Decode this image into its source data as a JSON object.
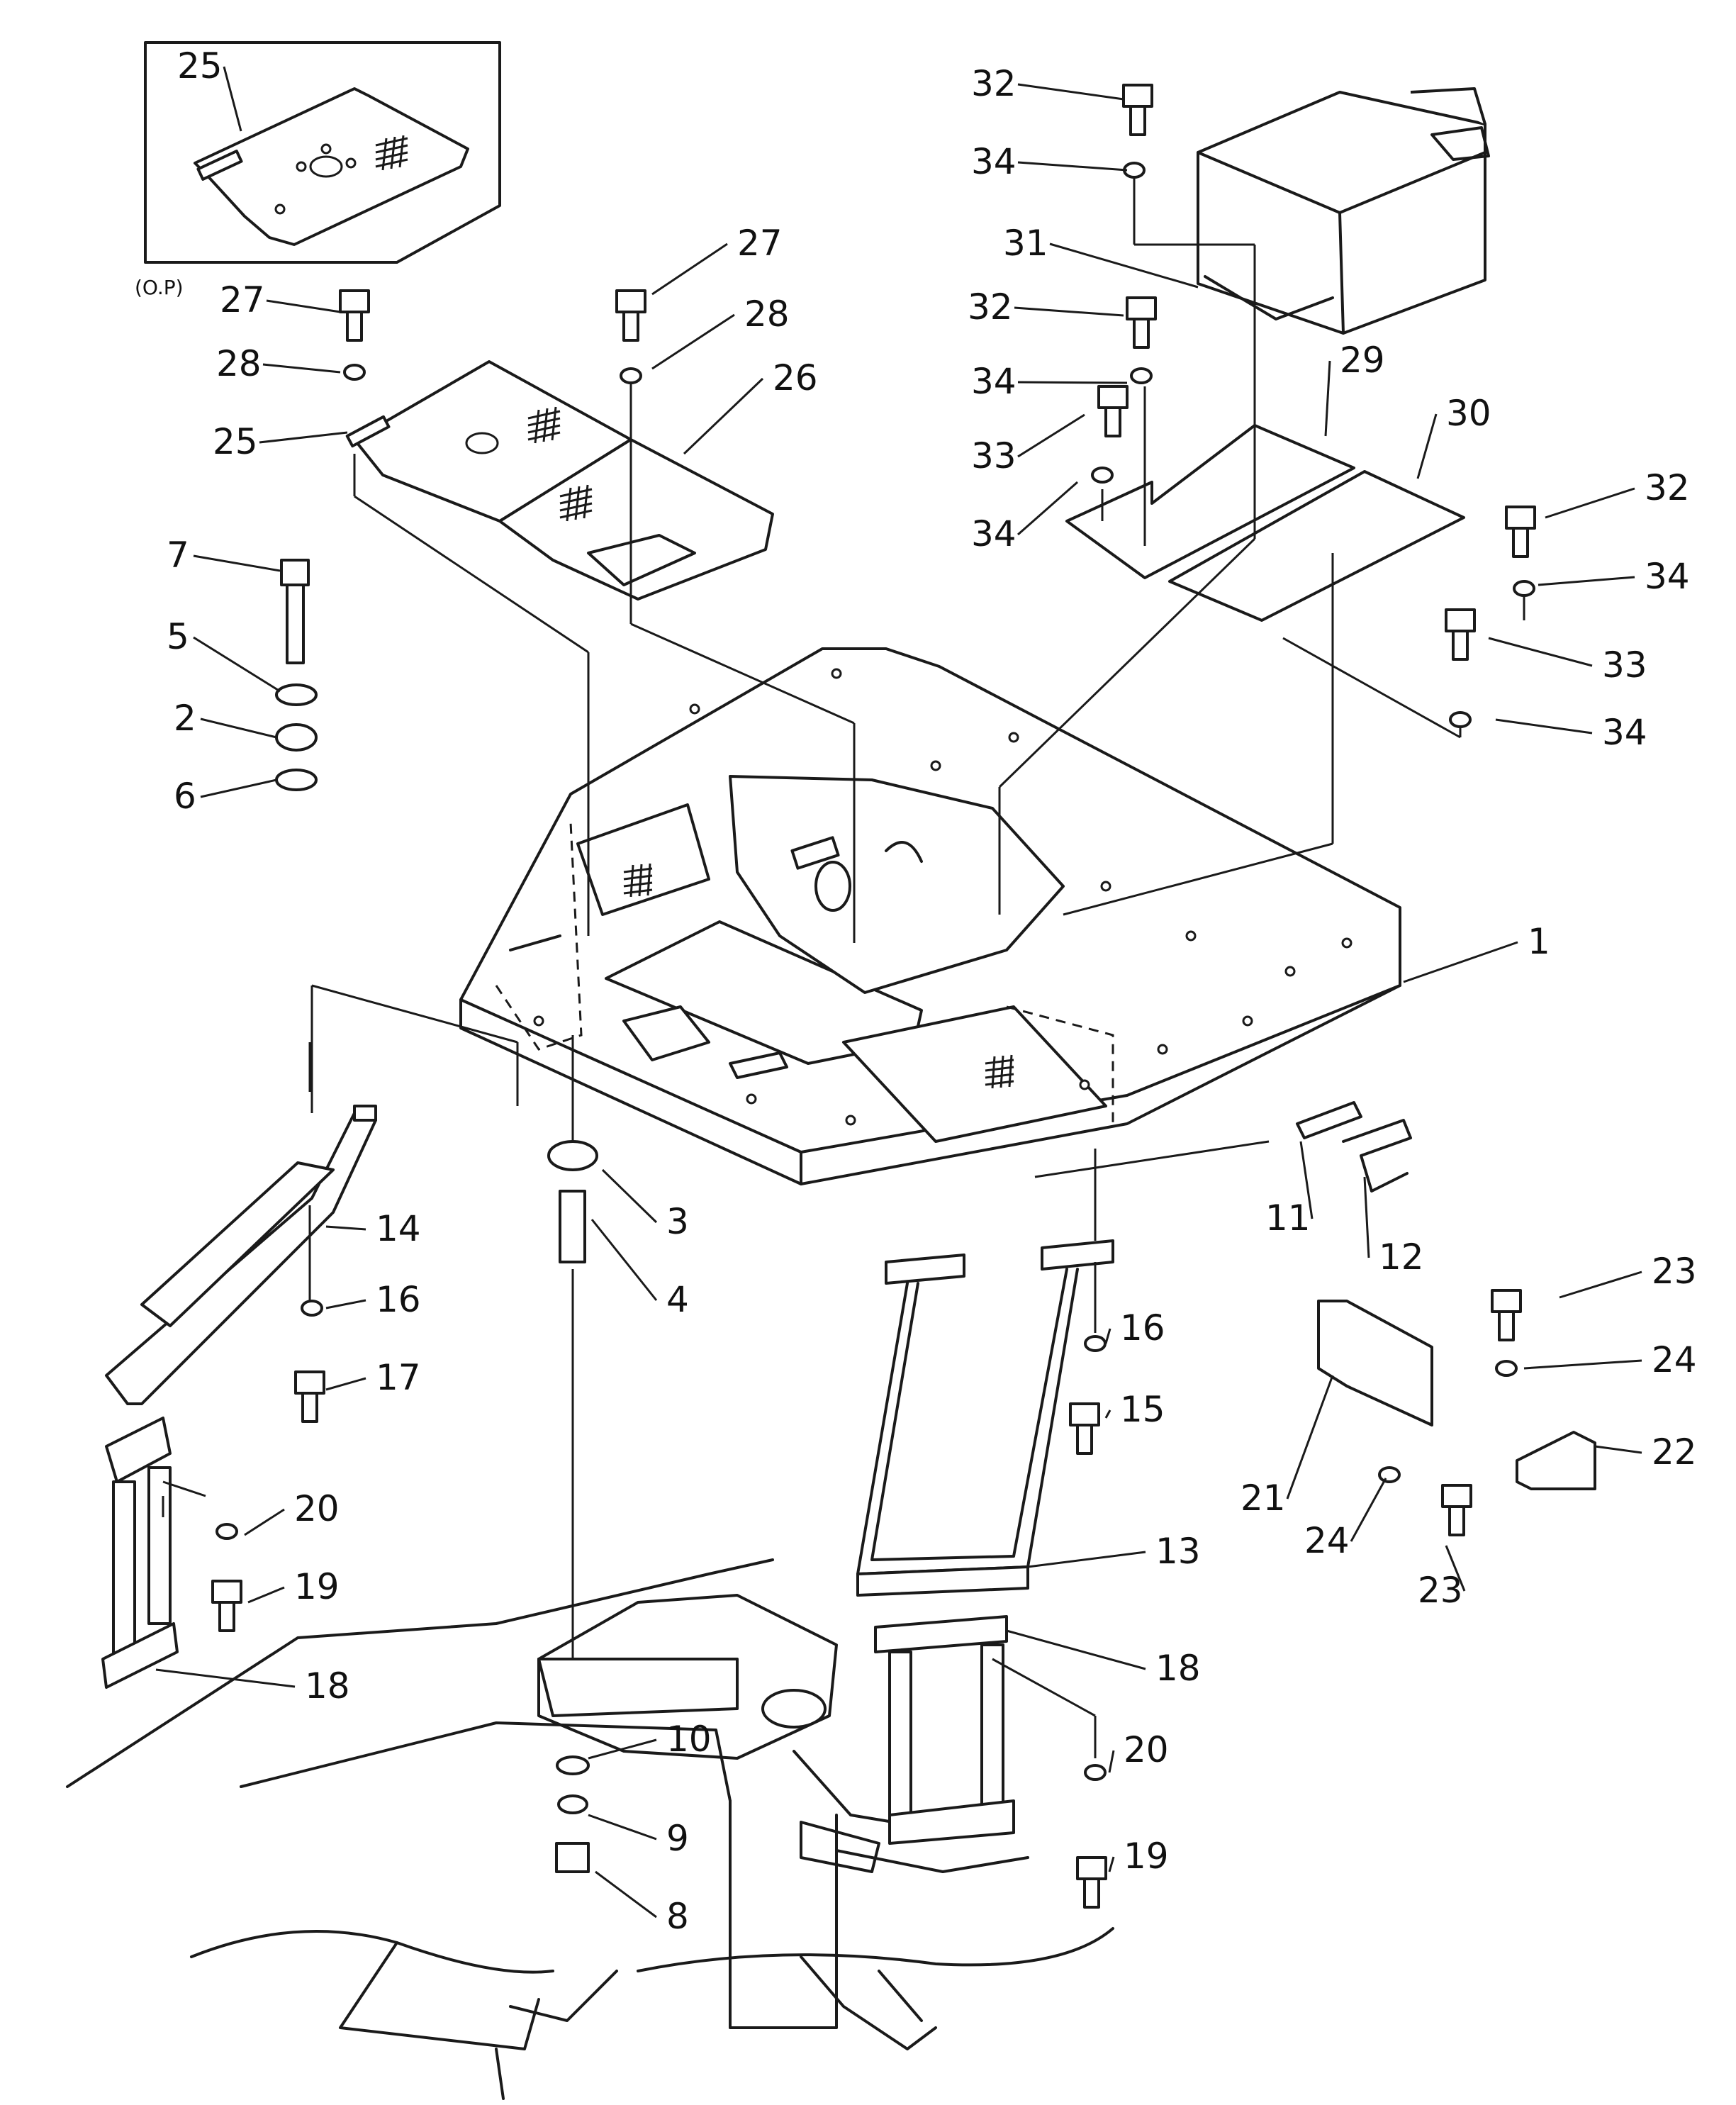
{
  "inset_note": "(O.P)",
  "callouts": [
    {
      "id": "c1",
      "text": "1"
    },
    {
      "id": "c2",
      "text": "2"
    },
    {
      "id": "c3",
      "text": "3"
    },
    {
      "id": "c4",
      "text": "4"
    },
    {
      "id": "c5",
      "text": "5"
    },
    {
      "id": "c6",
      "text": "6"
    },
    {
      "id": "c7",
      "text": "7"
    },
    {
      "id": "c8",
      "text": "8"
    },
    {
      "id": "c9",
      "text": "9"
    },
    {
      "id": "c10",
      "text": "10"
    },
    {
      "id": "c11",
      "text": "11"
    },
    {
      "id": "c12",
      "text": "12"
    },
    {
      "id": "c13",
      "text": "13"
    },
    {
      "id": "c14",
      "text": "14"
    },
    {
      "id": "c15",
      "text": "15"
    },
    {
      "id": "c16a",
      "text": "16"
    },
    {
      "id": "c16b",
      "text": "16"
    },
    {
      "id": "c17",
      "text": "17"
    },
    {
      "id": "c18a",
      "text": "18"
    },
    {
      "id": "c18b",
      "text": "18"
    },
    {
      "id": "c19a",
      "text": "19"
    },
    {
      "id": "c19b",
      "text": "19"
    },
    {
      "id": "c20a",
      "text": "20"
    },
    {
      "id": "c20b",
      "text": "20"
    },
    {
      "id": "c21",
      "text": "21"
    },
    {
      "id": "c22",
      "text": "22"
    },
    {
      "id": "c23a",
      "text": "23"
    },
    {
      "id": "c23b",
      "text": "23"
    },
    {
      "id": "c24a",
      "text": "24"
    },
    {
      "id": "c24b",
      "text": "24"
    },
    {
      "id": "c25a",
      "text": "25"
    },
    {
      "id": "c25b",
      "text": "25"
    },
    {
      "id": "c26",
      "text": "26"
    },
    {
      "id": "c27a",
      "text": "27"
    },
    {
      "id": "c27b",
      "text": "27"
    },
    {
      "id": "c28a",
      "text": "28"
    },
    {
      "id": "c28b",
      "text": "28"
    },
    {
      "id": "c29",
      "text": "29"
    },
    {
      "id": "c30",
      "text": "30"
    },
    {
      "id": "c31",
      "text": "31"
    },
    {
      "id": "c32a",
      "text": "32"
    },
    {
      "id": "c32b",
      "text": "32"
    },
    {
      "id": "c32c",
      "text": "32"
    },
    {
      "id": "c33a",
      "text": "33"
    },
    {
      "id": "c33b",
      "text": "33"
    },
    {
      "id": "c34a",
      "text": "34"
    },
    {
      "id": "c34b",
      "text": "34"
    },
    {
      "id": "c34c",
      "text": "34"
    },
    {
      "id": "c34d",
      "text": "34"
    },
    {
      "id": "c34e",
      "text": "34"
    }
  ]
}
